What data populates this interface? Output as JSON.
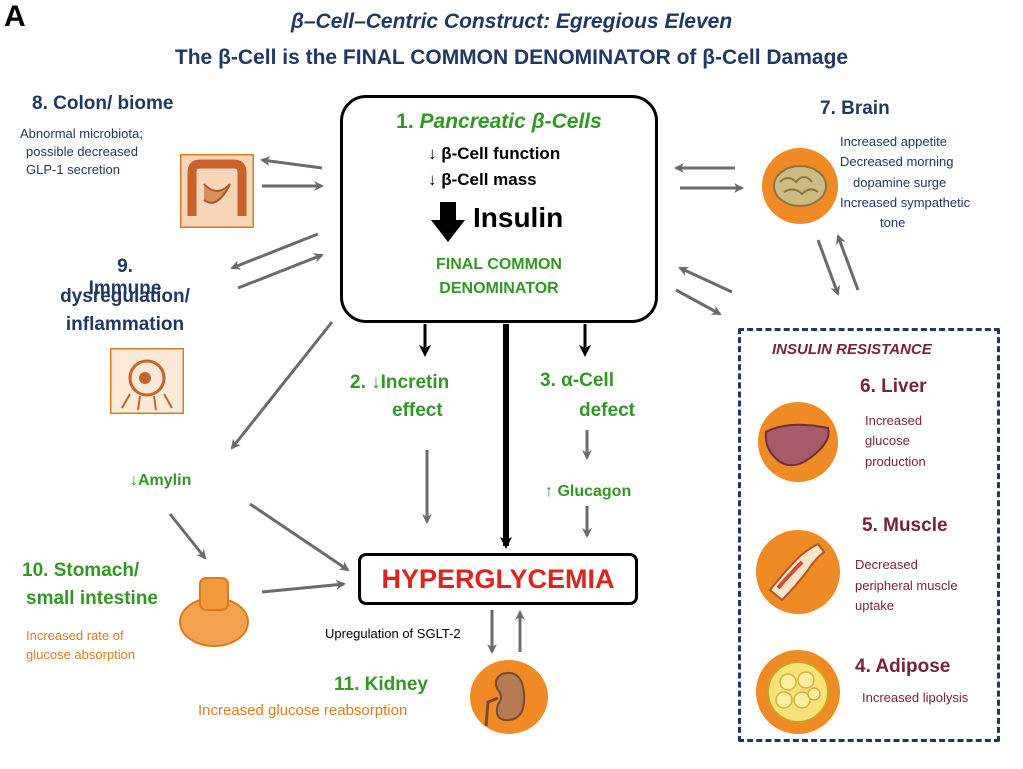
{
  "panel_letter": "A",
  "title_line1": "β–Cell–Centric Construct: Egregious Eleven",
  "title_line2": "The β-Cell is the FINAL COMMON DENOMINATOR of β-Cell Damage",
  "central": {
    "heading_num": "1.",
    "heading": "Pancreatic β-Cells",
    "line1": "↓ β-Cell function",
    "line2": "↓ β-Cell mass",
    "insulin": "Insulin",
    "fcd_line1": "FINAL COMMON",
    "fcd_line2": "DENOMINATOR"
  },
  "colon": {
    "title": "8. Colon/ biome",
    "desc1": "Abnormal microbiota;",
    "desc2": "possible decreased",
    "desc3": "GLP-1 secretion"
  },
  "immune": {
    "line1": "9.  Immune",
    "line2": "dysregulation/",
    "line3": "inflammation"
  },
  "brain": {
    "title": "7. Brain",
    "desc1": "Increased  appetite",
    "desc2": "Decreased morning",
    "desc3": "dopamine surge",
    "desc4": "Increased sympathetic",
    "desc5": "tone"
  },
  "incretin": {
    "line1": "2. ↓Incretin",
    "line2": "effect"
  },
  "alpha": {
    "line1": "3. α-Cell",
    "line2": "defect"
  },
  "amylin": "↓Amylin",
  "glucagon": "↑ Glucagon",
  "hyperglycemia": "HYPERGLYCEMIA",
  "stomach": {
    "line1": "10. Stomach/",
    "line2": "small intestine",
    "desc1": "Increased rate of",
    "desc2": "glucose absorption"
  },
  "sglt2": "Upregulation of SGLT-2",
  "kidney": {
    "title": "11.  Kidney",
    "desc": "Increased glucose reabsorption"
  },
  "insulin_resistance": {
    "heading": "INSULIN RESISTANCE",
    "liver": {
      "title": "6. Liver",
      "desc1": "Increased",
      "desc2": "glucose",
      "desc3": "production"
    },
    "muscle": {
      "title": "5. Muscle",
      "desc1": "Decreased",
      "desc2": "peripheral muscle",
      "desc3": "uptake"
    },
    "adipose": {
      "title": "4. Adipose",
      "desc": "Increased lipolysis"
    }
  },
  "colors": {
    "navy": "#1f3864",
    "green": "#2e9a1f",
    "maroon": "#7b1f3a",
    "orange": "#e07b1f",
    "red": "#e0241b",
    "arrow": "#6b6b6b"
  },
  "icons": [
    "colon-icon",
    "immune-cell-icon",
    "brain-icon",
    "liver-icon",
    "muscle-icon",
    "adipose-icon",
    "stomach-icon",
    "kidney-icon",
    "insulin-down-arrow-icon"
  ]
}
